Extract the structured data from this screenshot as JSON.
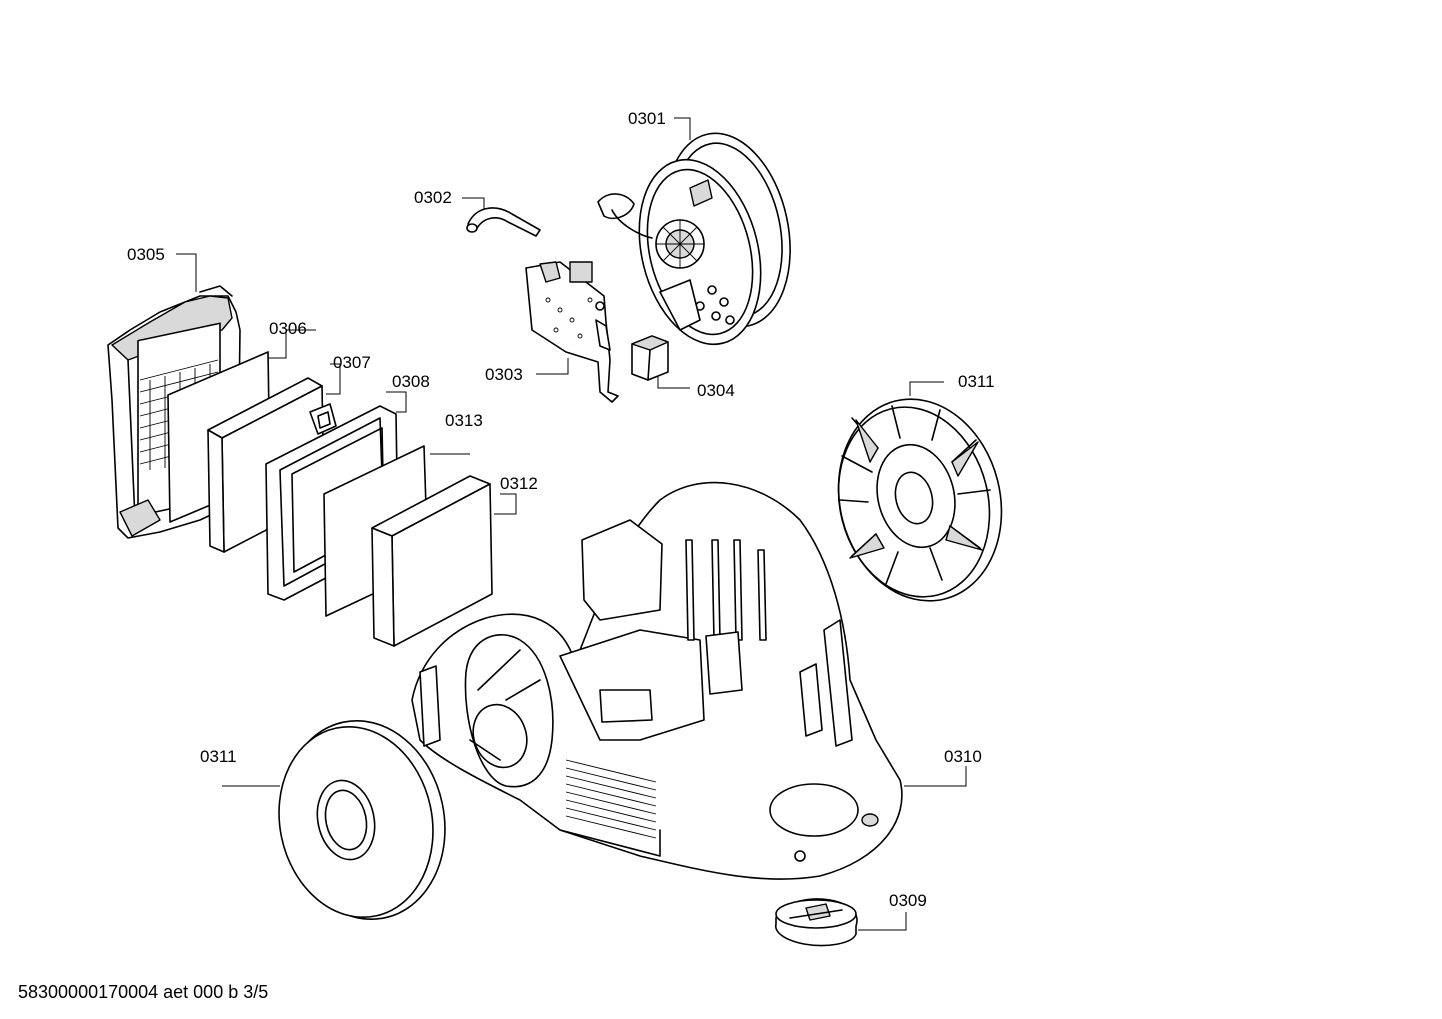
{
  "parts": [
    {
      "id": "p0301",
      "label": "0301"
    },
    {
      "id": "p0302",
      "label": "0302"
    },
    {
      "id": "p0303",
      "label": "0303"
    },
    {
      "id": "p0304",
      "label": "0304"
    },
    {
      "id": "p0305",
      "label": "0305"
    },
    {
      "id": "p0306",
      "label": "0306"
    },
    {
      "id": "p0307",
      "label": "0307"
    },
    {
      "id": "p0308",
      "label": "0308"
    },
    {
      "id": "p0309",
      "label": "0309"
    },
    {
      "id": "p0310",
      "label": "0310"
    },
    {
      "id": "p0311a",
      "label": "0311"
    },
    {
      "id": "p0311b",
      "label": "0311"
    },
    {
      "id": "p0312",
      "label": "0312"
    },
    {
      "id": "p0313",
      "label": "0313"
    }
  ],
  "footer": "58300000170004 aet 000 b 3/5"
}
